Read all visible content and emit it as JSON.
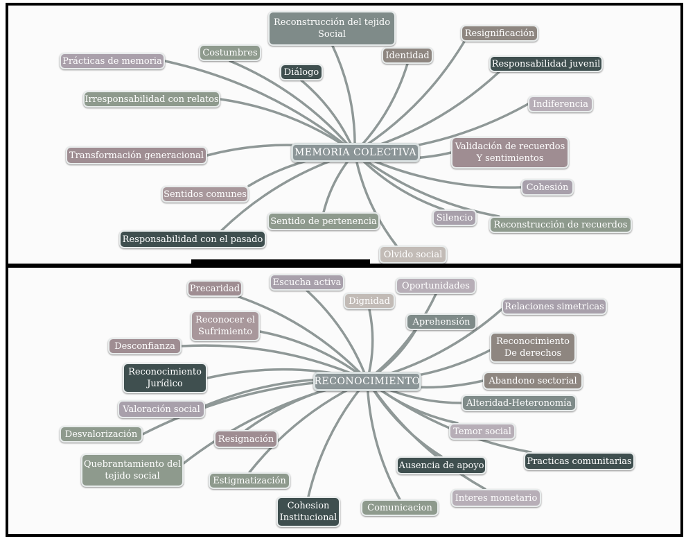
{
  "diagrams": [
    {
      "center": {
        "label": "MEMORIA COLECTIVA",
        "color": "#8b9597"
      },
      "nodes": [
        {
          "id": "reconstruccion-tejido",
          "lines": [
            "Reconstrucción del tejido",
            "Social"
          ],
          "color": "#7f8b89"
        },
        {
          "id": "costumbres",
          "lines": [
            "Costumbres"
          ],
          "color": "#8e9a8d"
        },
        {
          "id": "practicas-memoria",
          "lines": [
            "Prácticas de memoria"
          ],
          "color": "#aaa0ab"
        },
        {
          "id": "dialogo",
          "lines": [
            "Diálogo"
          ],
          "color": "#3f4f4f"
        },
        {
          "id": "identidad",
          "lines": [
            "Identidad"
          ],
          "color": "#8e8680"
        },
        {
          "id": "resignificacion",
          "lines": [
            "Resignificación"
          ],
          "color": "#8e8680"
        },
        {
          "id": "responsabilidad-juvenil",
          "lines": [
            "Responsabilidad juvenil"
          ],
          "color": "#3f4f4f"
        },
        {
          "id": "irresponsabilidad-relatos",
          "lines": [
            "Irresponsabilidad con relatos"
          ],
          "color": "#8e9a8d"
        },
        {
          "id": "indiferencia",
          "lines": [
            "Indiferencia"
          ],
          "color": "#b7aeb7"
        },
        {
          "id": "transformacion-generacional",
          "lines": [
            "Transformación generacional"
          ],
          "color": "#9f8d92"
        },
        {
          "id": "validacion-recuerdos",
          "lines": [
            "Validación de recuerdos",
            "Y sentimientos"
          ],
          "color": "#9f8d92"
        },
        {
          "id": "cohesion",
          "lines": [
            "Cohesión"
          ],
          "color": "#a8a0ab"
        },
        {
          "id": "sentidos-comunes",
          "lines": [
            "Sentidos comunes"
          ],
          "color": "#a8979b"
        },
        {
          "id": "silencio",
          "lines": [
            "Silencio"
          ],
          "color": "#a8a0ab"
        },
        {
          "id": "sentido-pertenencia",
          "lines": [
            "Sentido de pertenencia"
          ],
          "color": "#8e9a8d"
        },
        {
          "id": "reconstruccion-recuerdos",
          "lines": [
            "Reconstrucción de recuerdos"
          ],
          "color": "#8e9a8d"
        },
        {
          "id": "responsabilidad-pasado",
          "lines": [
            "Responsabilidad con el pasado"
          ],
          "color": "#3f4f4f"
        },
        {
          "id": "olvido-social",
          "lines": [
            "Olvido social"
          ],
          "color": "#c2bbb6"
        }
      ]
    },
    {
      "center": {
        "label": "RECONOCIMIENTO",
        "color": "#8b9597"
      },
      "nodes": [
        {
          "id": "precaridad",
          "lines": [
            "Precaridad"
          ],
          "color": "#9f8d92"
        },
        {
          "id": "escucha-activa",
          "lines": [
            "Escucha activa"
          ],
          "color": "#a8a0ab"
        },
        {
          "id": "dignidad",
          "lines": [
            "Dignidad"
          ],
          "color": "#c2bbb6"
        },
        {
          "id": "oportunidades",
          "lines": [
            "Oportunidades"
          ],
          "color": "#b7aeb7"
        },
        {
          "id": "aprehension",
          "lines": [
            "Aprehensión"
          ],
          "color": "#7f8b89"
        },
        {
          "id": "relaciones-simetricas",
          "lines": [
            "Relaciones simetricas"
          ],
          "color": "#a8a0ab"
        },
        {
          "id": "reconocer-sufrimiento",
          "lines": [
            "Reconocer el",
            "Sufrimiento"
          ],
          "color": "#a8979b"
        },
        {
          "id": "desconfianza",
          "lines": [
            "Desconfianza"
          ],
          "color": "#9f8d92"
        },
        {
          "id": "reconocimiento-derechos",
          "lines": [
            "Reconocimiento",
            "De derechos"
          ],
          "color": "#8e8680"
        },
        {
          "id": "reconocimiento-juridico",
          "lines": [
            "Reconocimiento",
            "Jurídico"
          ],
          "color": "#3f4f4f"
        },
        {
          "id": "abandono-sectorial",
          "lines": [
            "Abandono sectorial"
          ],
          "color": "#8e8680"
        },
        {
          "id": "alteridad-heteronomia",
          "lines": [
            "Alteridad-Heteronomía"
          ],
          "color": "#7f8b89"
        },
        {
          "id": "valoracion-social",
          "lines": [
            "Valoración social"
          ],
          "color": "#a8a0ab"
        },
        {
          "id": "desvalorizacion",
          "lines": [
            "Desvalorización"
          ],
          "color": "#8e9a8d"
        },
        {
          "id": "temor-social",
          "lines": [
            "Temor social"
          ],
          "color": "#b7aeb7"
        },
        {
          "id": "resignacion",
          "lines": [
            "Resignación"
          ],
          "color": "#9f8d92"
        },
        {
          "id": "practicas-comunitarias",
          "lines": [
            "Practicas comunitarias"
          ],
          "color": "#3f4f4f"
        },
        {
          "id": "quebrantamiento",
          "lines": [
            "Quebrantamiento del",
            "tejido social"
          ],
          "color": "#8e9a8d"
        },
        {
          "id": "ausencia-apoyo",
          "lines": [
            "Ausencia de apoyo"
          ],
          "color": "#3f4f4f"
        },
        {
          "id": "estigmatizacion",
          "lines": [
            "Estigmatización"
          ],
          "color": "#8e9a8d"
        },
        {
          "id": "interes-monetario",
          "lines": [
            "Interes monetario"
          ],
          "color": "#b7aeb7"
        },
        {
          "id": "cohesion-institucional",
          "lines": [
            "Cohesion",
            "Institucional"
          ],
          "color": "#3f4f4f"
        },
        {
          "id": "comunicacion",
          "lines": [
            "Comunicacion"
          ],
          "color": "#8e9a8d"
        }
      ]
    }
  ]
}
